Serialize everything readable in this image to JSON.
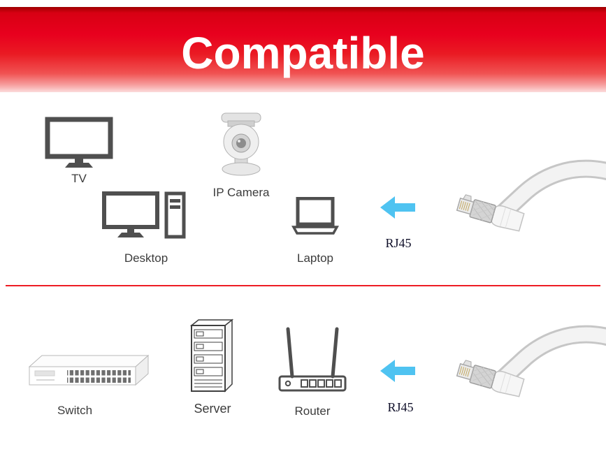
{
  "banner": {
    "title": "Compatible"
  },
  "top_row": {
    "devices": {
      "tv": "TV",
      "ip_camera": "IP Camera",
      "desktop": "Desktop",
      "laptop": "Laptop"
    },
    "rj45_label": "RJ45"
  },
  "bottom_row": {
    "devices": {
      "switch": "Switch",
      "server": "Server",
      "router": "Router"
    },
    "rj45_label": "RJ45"
  },
  "colors": {
    "banner_red": "#e8001e",
    "divider": "#ed1c24",
    "arrow_blue": "#4fc3f1",
    "label_text": "#3c3c3c",
    "rj45_text": "#10102a",
    "icon_gray": "#4f4f4f"
  }
}
